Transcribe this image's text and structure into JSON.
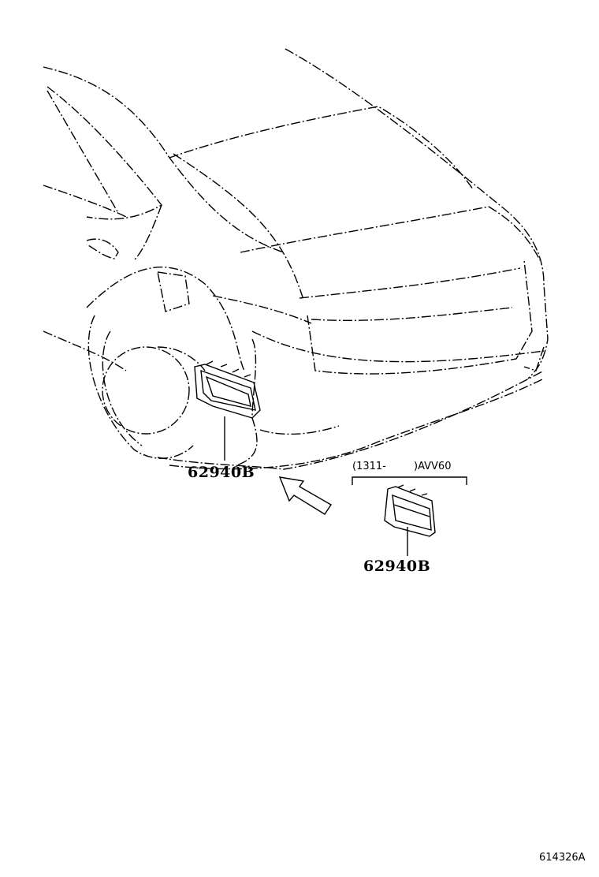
{
  "callouts": [
    {
      "part_number": "62940B"
    },
    {
      "part_number": "62940B"
    }
  ],
  "variant_note": {
    "date_range": "(1311-",
    "model_code": ")AVV60"
  },
  "illustration_id": "614326A"
}
